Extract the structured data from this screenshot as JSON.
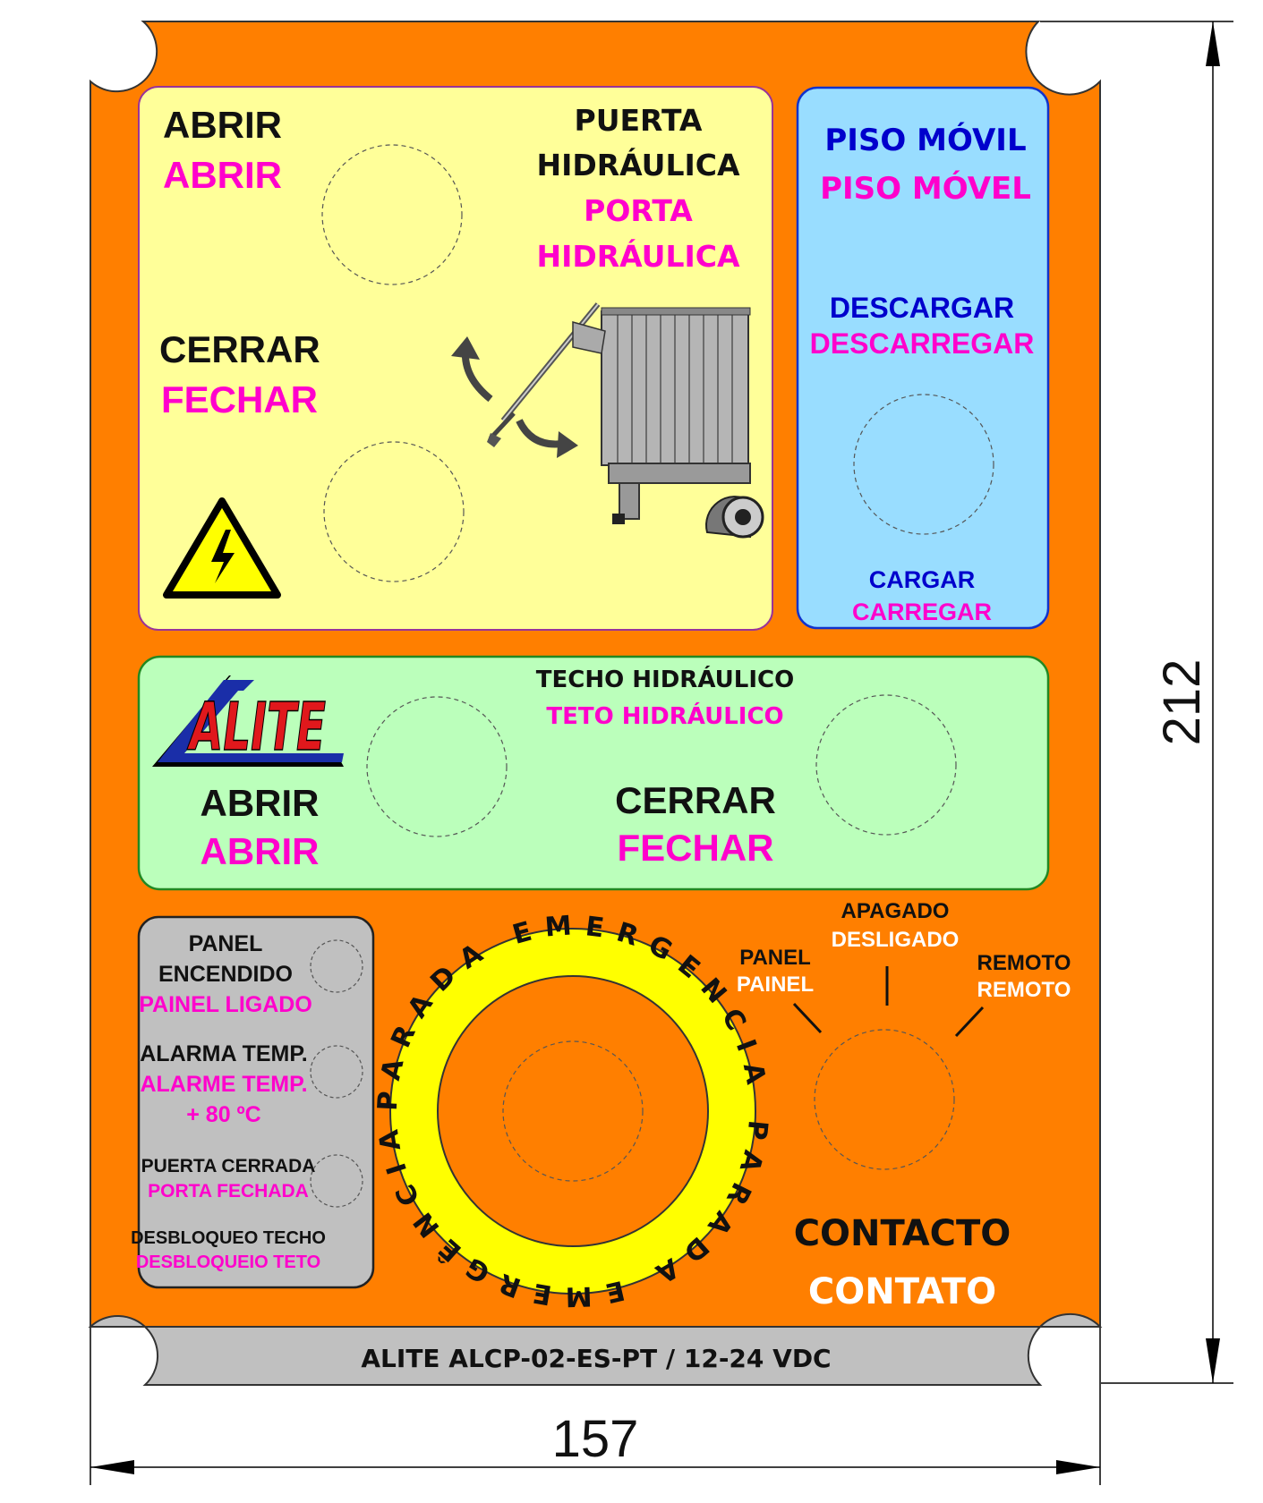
{
  "colors": {
    "orange": "#ff7f00",
    "yellow_panel": "#ffff99",
    "blue_panel": "#99ddff",
    "green_panel": "#bbffbb",
    "grey_panel": "#c0c0c0",
    "magenta": "#ff00cc",
    "blue_text": "#0000cc",
    "ring_yellow": "#ffff00"
  },
  "door_panel": {
    "open_es": "ABRIR",
    "open_pt": "ABRIR",
    "close_es": "CERRAR",
    "close_pt": "FECHAR",
    "title_es_1": "PUERTA",
    "title_es_2": "HIDRÁULICA",
    "title_pt_1": "PORTA",
    "title_pt_2": "HIDRÁULICA"
  },
  "floor_panel": {
    "title_es": "PISO MÓVIL",
    "title_pt": "PISO MÓVEL",
    "unload_es": "DESCARGAR",
    "unload_pt": "DESCARREGAR",
    "load_es": "CARGAR",
    "load_pt": "CARREGAR"
  },
  "roof_panel": {
    "logo": "ALITE",
    "title_es": "TECHO HIDRÁULICO",
    "title_pt": "TETO HIDRÁULICO",
    "open_es": "ABRIR",
    "open_pt": "ABRIR",
    "close_es": "CERRAR",
    "close_pt": "FECHAR"
  },
  "status_panel": {
    "panel_on_1": "PANEL",
    "panel_on_2": "ENCENDIDO",
    "panel_on_pt": "PAINEL LIGADO",
    "alarm_es": "ALARMA TEMP.",
    "alarm_pt": "ALARME TEMP.",
    "alarm_value": "+ 80 ºC",
    "door_closed_es": "PUERTA CERRADA",
    "door_closed_pt": "PORTA FECHADA",
    "roof_unlock_es": "DESBLOQUEO TECHO",
    "roof_unlock_pt": "DESBLOQUEIO TETO"
  },
  "emergency": {
    "ring_text": "PARADA EMERGENCIA PARADA EMERGÊNCIA"
  },
  "selector": {
    "off_es": "APAGADO",
    "off_pt": "DESLIGADO",
    "panel_es": "PANEL",
    "panel_pt": "PAINEL",
    "remote_es": "REMOTO",
    "remote_pt": "REMOTO",
    "contact_es": "CONTACTO",
    "contact_pt": "CONTATO"
  },
  "footer": {
    "model": "ALITE ALCP-02-ES-PT / 12-24 VDC"
  },
  "dimensions": {
    "width": "157",
    "height": "212"
  }
}
